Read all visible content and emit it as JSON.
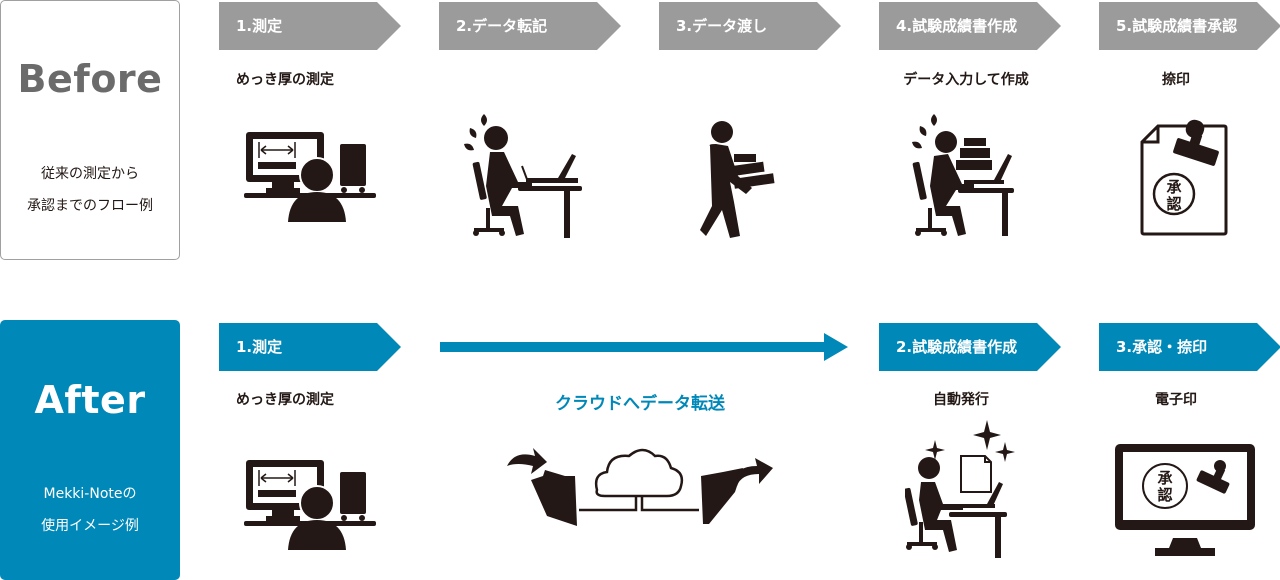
{
  "before": {
    "title": "Before",
    "subtitle_line1": "従来の測定から",
    "subtitle_line2": "承認までのフロー例",
    "steps": [
      {
        "label": "1.測定",
        "description": "めっき厚の測定",
        "icon": "monitor-measurement-icon"
      },
      {
        "label": "2.データ転記",
        "description": "",
        "icon": "stressed-desk-worker-icon"
      },
      {
        "label": "3.データ渡し",
        "description": "",
        "icon": "person-carrying-boxes-icon"
      },
      {
        "label": "4.試験成績書作成",
        "description": "データ入力して作成",
        "icon": "overwhelmed-worker-icon"
      },
      {
        "label": "5.試験成績書承認",
        "description": "捺印",
        "icon": "document-stamp-icon"
      }
    ]
  },
  "after": {
    "title": "After",
    "subtitle_line1": "Mekki-Noteの",
    "subtitle_line2": "使用イメージ例",
    "steps": [
      {
        "label": "1.測定",
        "description": "めっき厚の測定",
        "icon": "monitor-measurement-icon"
      },
      {
        "label": "2.試験成績書作成",
        "description": "自動発行",
        "icon": "happy-worker-document-icon"
      },
      {
        "label": "3.承認・捺印",
        "description": "電子印",
        "icon": "monitor-e-stamp-icon"
      }
    ],
    "transfer_label": "クラウドへデータ転送",
    "transfer_icon": "cloud-folder-sync-icon"
  },
  "stamp_text_line1": "承",
  "stamp_text_line2": "認",
  "colors": {
    "before_accent": "#9b9b9b",
    "after_accent": "#0088b8",
    "icon_color": "#231815",
    "before_title": "#6b6b6b"
  }
}
